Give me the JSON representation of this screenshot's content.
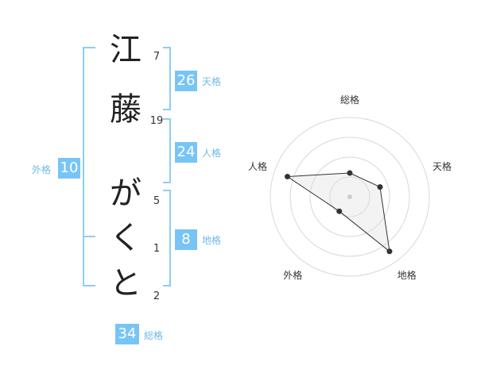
{
  "colors": {
    "bracket": "#8ecdf5",
    "badge": "#78c5f5",
    "label": "#6fb9e8"
  },
  "name": {
    "characters": [
      {
        "char": "江",
        "strokes": "7"
      },
      {
        "char": "藤",
        "strokes": "19"
      },
      {
        "char": "が",
        "strokes": "5"
      },
      {
        "char": "く",
        "strokes": "1"
      },
      {
        "char": "と",
        "strokes": "2"
      }
    ]
  },
  "fortunes": {
    "tenkaku": {
      "label": "天格",
      "value": "26"
    },
    "jinkaku": {
      "label": "人格",
      "value": "24"
    },
    "chikaku": {
      "label": "地格",
      "value": "8"
    },
    "gaikaku": {
      "label": "外格",
      "value": "10"
    },
    "soukaku": {
      "label": "総格",
      "value": "34"
    }
  },
  "chart_data": {
    "type": "radar",
    "axes": [
      "総格",
      "天格",
      "地格",
      "外格",
      "人格"
    ],
    "rings": 4,
    "max": 4,
    "values": [
      1.2,
      1.6,
      3.4,
      0.9,
      3.3
    ]
  }
}
